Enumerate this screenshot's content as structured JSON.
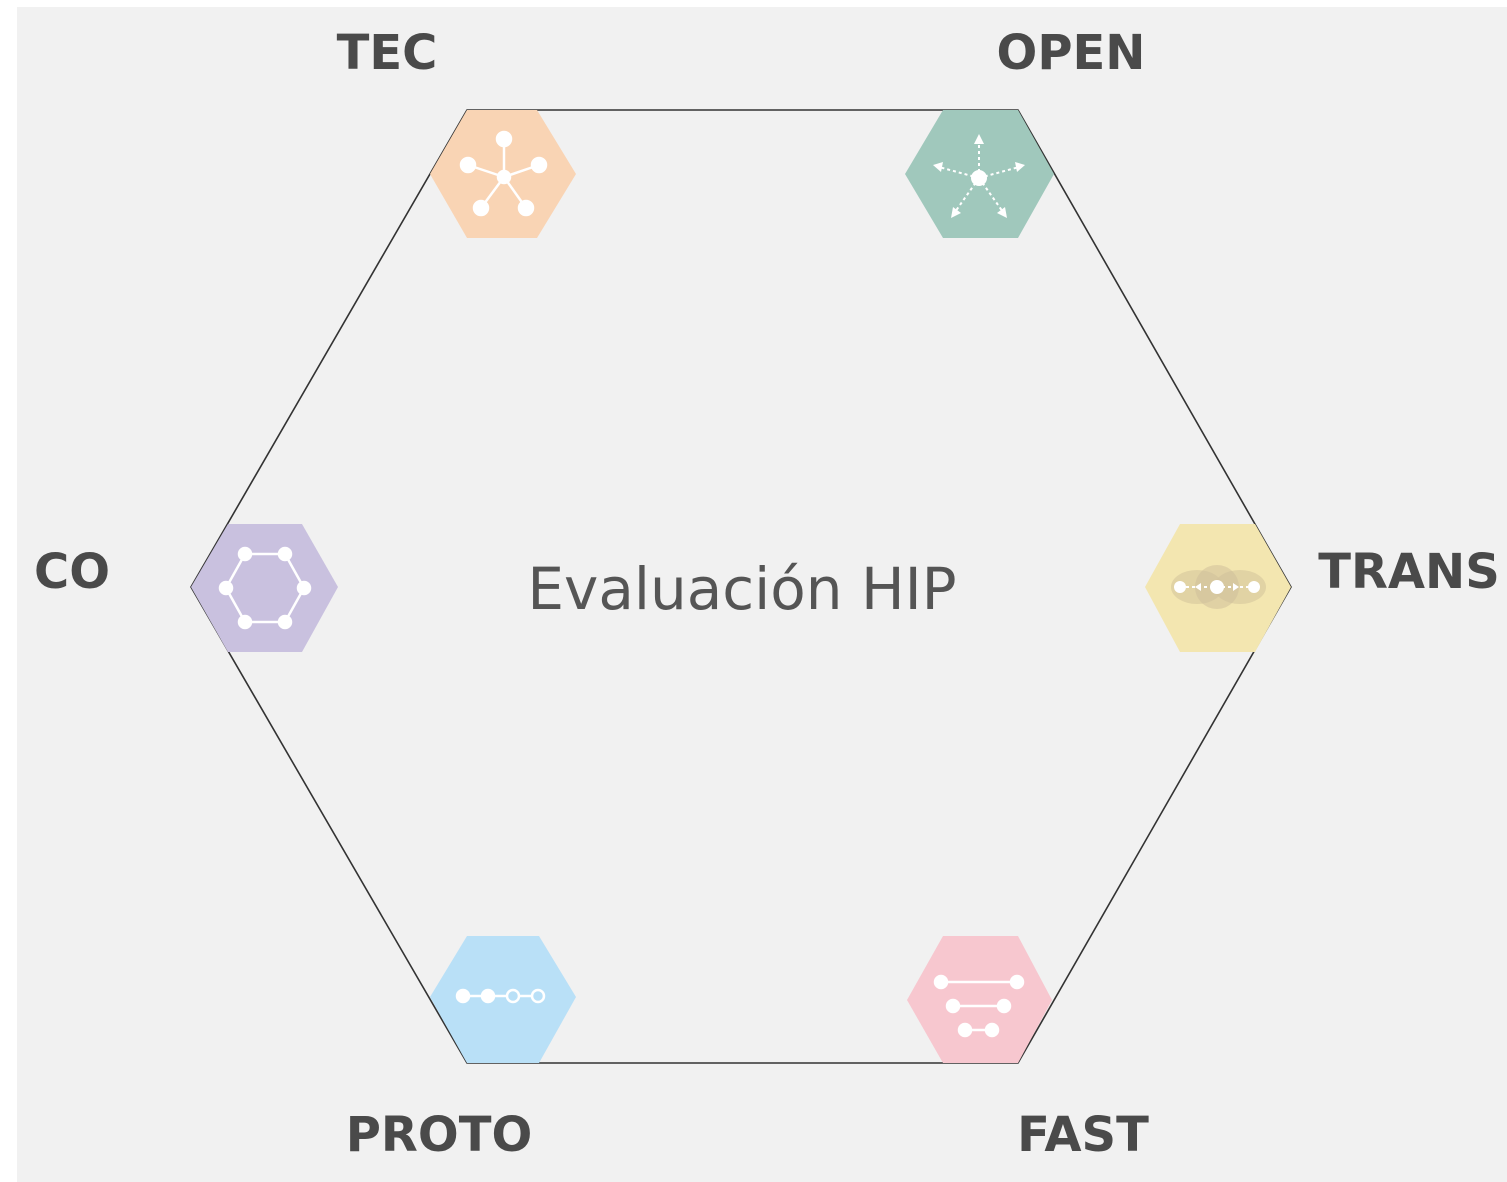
{
  "diagram": {
    "title": "Evaluación HIP",
    "frame_color": "#333333",
    "background": "#f1f1f1",
    "nodes": [
      {
        "id": "tec",
        "label": "TEC",
        "color": "#f9d4b4",
        "icon": "network-star-icon"
      },
      {
        "id": "open",
        "label": "OPEN",
        "color": "#a0c8bc",
        "icon": "radiating-arrows-icon"
      },
      {
        "id": "trans",
        "label": "TRANS",
        "color": "#f3e6b0",
        "icon": "bidirectional-arrows-icon"
      },
      {
        "id": "fast",
        "label": "FAST",
        "color": "#f7c7cf",
        "icon": "stacked-lines-icon"
      },
      {
        "id": "proto",
        "label": "PROTO",
        "color": "#b9e0f7",
        "icon": "linear-nodes-icon"
      },
      {
        "id": "co",
        "label": "CO",
        "color": "#c9c1df",
        "icon": "hexagon-ring-icon"
      }
    ]
  }
}
